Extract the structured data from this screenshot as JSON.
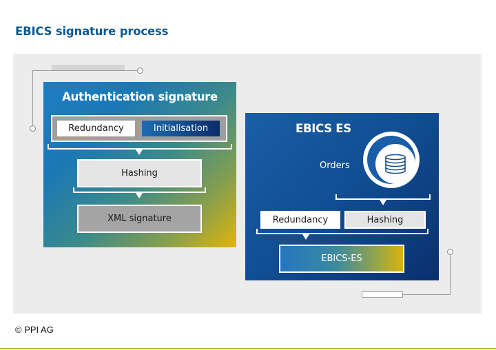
{
  "title": "EBICS signature process",
  "left_panel": {
    "title": "Authentication signature",
    "row1": {
      "redundancy": "Redundancy",
      "initialisation": "Initialisation"
    },
    "step2": "Hashing",
    "step3": "XML signature"
  },
  "right_panel": {
    "title": "EBICS ES",
    "orders_label": "Orders",
    "orders_icon": "database-icon",
    "row1": {
      "redundancy": "Redundancy",
      "hashing": "Hashing"
    },
    "result": "EBICS-ES"
  },
  "footer": {
    "copyright": "© PPI AG"
  },
  "colors": {
    "title": "#0c5a93",
    "canvas": "#ececec",
    "panel_blue": "#114d92",
    "gradient_blue": "#1f7ec2",
    "gradient_yellow": "#e2b40c",
    "accent_rule": "#b4b43a"
  }
}
